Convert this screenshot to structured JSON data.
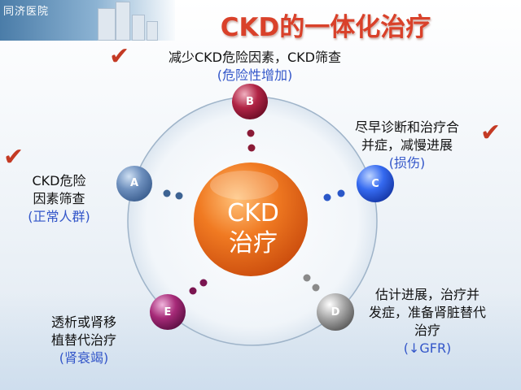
{
  "header": {
    "hospital_name": "同济医院"
  },
  "title": "CKD的一体化治疗",
  "center": {
    "line1": "CKD",
    "line2": "治疗"
  },
  "nodes": {
    "a": {
      "letter": "A",
      "line1": "CKD危险",
      "line2": "因素筛查",
      "note": "(正常人群)"
    },
    "b": {
      "letter": "B",
      "line1": "减少CKD危险因素，CKD筛查",
      "note": "(危险性增加)"
    },
    "c": {
      "letter": "C",
      "line1": "尽早诊断和治疗合",
      "line2": "并症，减慢进展",
      "note": "(损伤)"
    },
    "d": {
      "letter": "D",
      "line1": "估计进展，治疗并",
      "line2": "发症，准备肾脏替代",
      "line3": "治疗",
      "note": "(↓GFR)"
    },
    "e": {
      "letter": "E",
      "line1": "透析或肾移",
      "line2": "植替代治疗",
      "note": "(肾衰竭)"
    }
  },
  "checkmark": "✔",
  "colors": {
    "title": "#d9412a",
    "note": "#3356c9",
    "center": "#e8651a",
    "node_a": "#5a7fae",
    "node_b": "#a3183a",
    "node_c": "#2a5ce0",
    "node_d": "#8c8c8c",
    "node_e": "#9c1f6a",
    "check": "#c43a24"
  }
}
